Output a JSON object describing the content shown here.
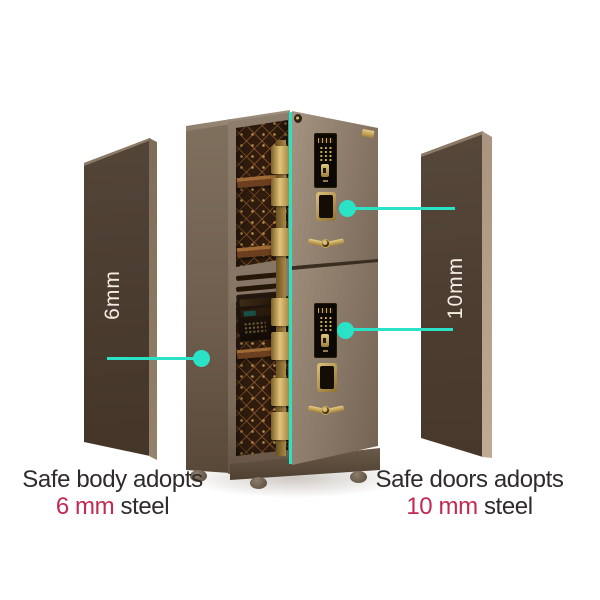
{
  "colors": {
    "accent": "#2AE2C5",
    "steel_red": "#C22A52",
    "label_white": "#F4EDE2",
    "caption_dark": "#2E2B2A",
    "plate_brown": "#4C3D31",
    "safe_body_taupe": "#8C7B6A",
    "hardware_gold": "#CBA957"
  },
  "plates": {
    "left": {
      "label": "6mm"
    },
    "right": {
      "label": "10mm"
    }
  },
  "captions": {
    "body": {
      "line1": "Safe body adopts",
      "highlight": "6 mm",
      "suffix": " steel"
    },
    "doors": {
      "line1": "Safe doors adopts",
      "highlight": "10 mm",
      "suffix": " steel"
    }
  }
}
